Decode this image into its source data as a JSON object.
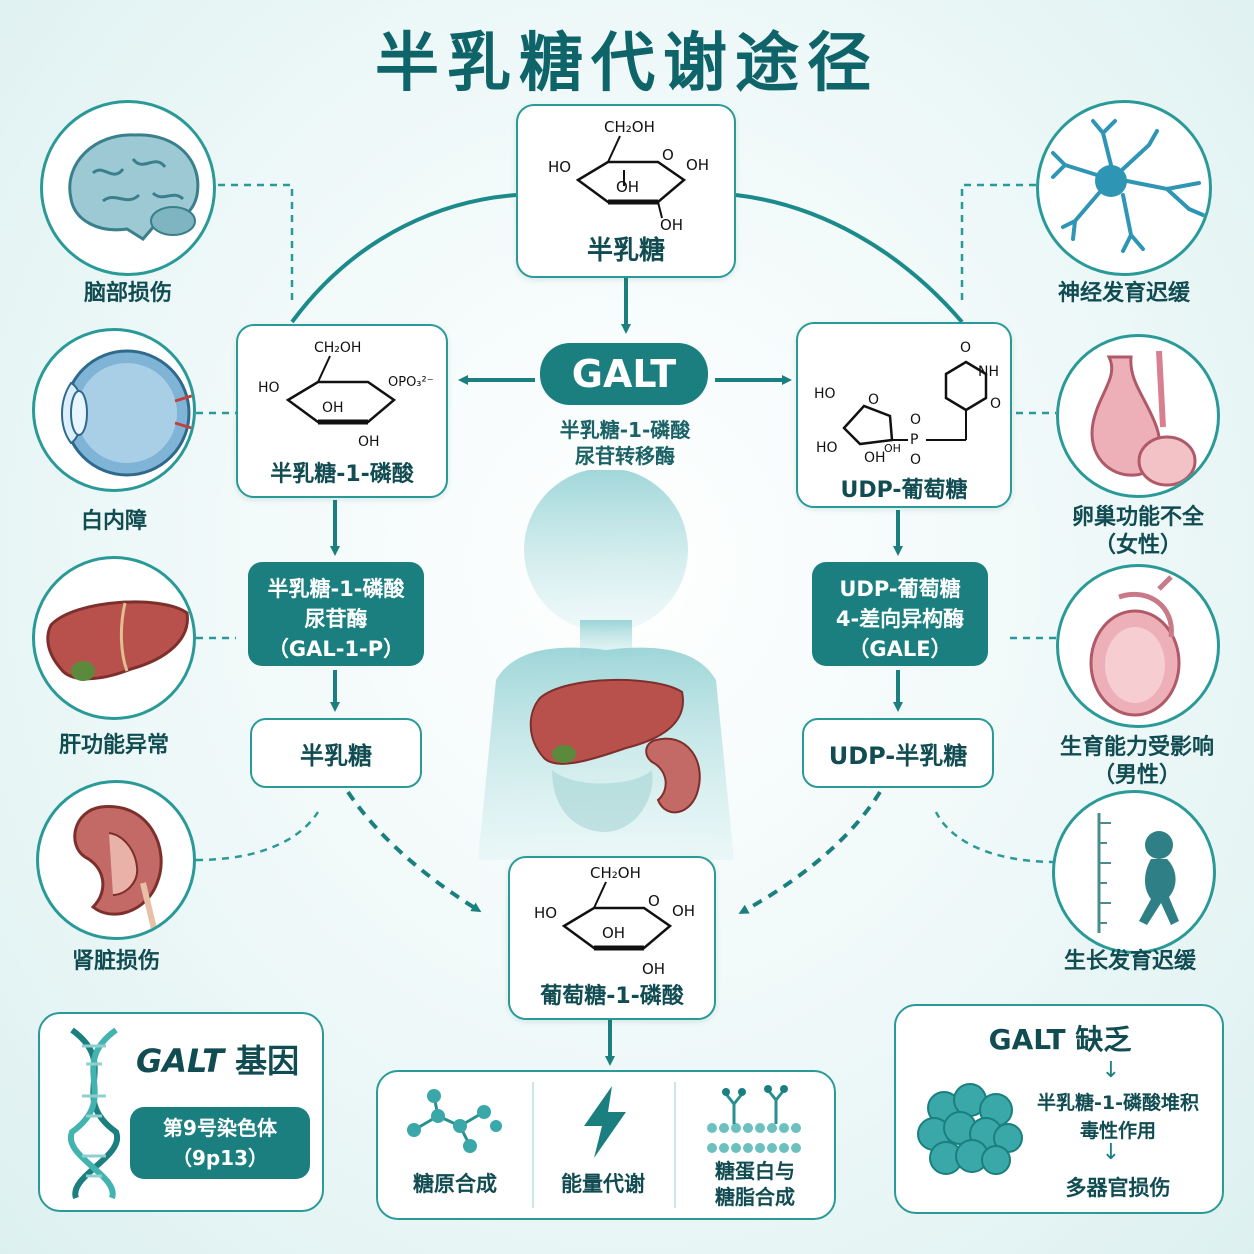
{
  "title": "半乳糖代谢途径",
  "top_molecule": {
    "label": "半乳糖",
    "groups": [
      "CH₂OH",
      "HO",
      "O",
      "OH",
      "OH",
      "OH"
    ]
  },
  "left_molecule": {
    "label": "半乳糖-1-磷酸",
    "groups": [
      "CH₂OH",
      "HO",
      "OPO₃²⁻",
      "OH",
      "OH"
    ]
  },
  "right_molecule": {
    "label": "UDP-葡萄糖",
    "groups": [
      "HO",
      "O",
      "OH",
      "HO",
      "OH",
      "NH",
      "O",
      "O",
      "P",
      "O",
      "O"
    ]
  },
  "center_molecule": {
    "label": "葡萄糖-1-磷酸",
    "groups": [
      "CH₂OH",
      "HO",
      "O",
      "OH",
      "OH",
      "OH"
    ]
  },
  "galt": {
    "badge": "GALT",
    "line1": "半乳糖-1-磷酸",
    "line2": "尿苷转移酶"
  },
  "left_enzyme": {
    "line1": "半乳糖-1-磷酸",
    "line2": "尿苷酶",
    "line3": "（GAL-1-P）"
  },
  "right_enzyme": {
    "line1": "UDP-葡萄糖",
    "line2": "4-差向异构酶",
    "line3": "（GALE）"
  },
  "left_product": "半乳糖",
  "right_product": "UDP-半乳糖",
  "left_organs": [
    {
      "icon": "brain-icon",
      "label": "脑部损伤"
    },
    {
      "icon": "eye-icon",
      "label": "白内障"
    },
    {
      "icon": "liver-icon",
      "label": "肝功能异常"
    },
    {
      "icon": "kidney-icon",
      "label": "肾脏损伤"
    }
  ],
  "right_organs": [
    {
      "icon": "neuron-icon",
      "label": "神经发育迟缓"
    },
    {
      "icon": "ovary-icon",
      "label": "卵巢功能不全",
      "sub": "（女性）"
    },
    {
      "icon": "testis-icon",
      "label": "生育能力受影响",
      "sub": "（男性）"
    },
    {
      "icon": "growth-icon",
      "label": "生长发育迟缓"
    }
  ],
  "gene_box": {
    "title_italic": "GALT",
    "title_rest": " 基因",
    "chrom1": "第9号染色体",
    "chrom2": "（9p13）"
  },
  "outcomes": [
    {
      "icon": "glycogen-icon",
      "label": "糖原合成"
    },
    {
      "icon": "lightning-icon",
      "label": "能量代谢"
    },
    {
      "icon": "membrane-icon",
      "label1": "糖蛋白与",
      "label2": "糖脂合成"
    }
  ],
  "deficiency": {
    "title": "GALT 缺乏",
    "line1": "半乳糖-1-磷酸堆积",
    "line2": "毒性作用",
    "line3": "多器官损伤"
  },
  "colors": {
    "teal_dark": "#1b7f80",
    "teal_line": "#2a9a98",
    "text": "#114c52"
  }
}
